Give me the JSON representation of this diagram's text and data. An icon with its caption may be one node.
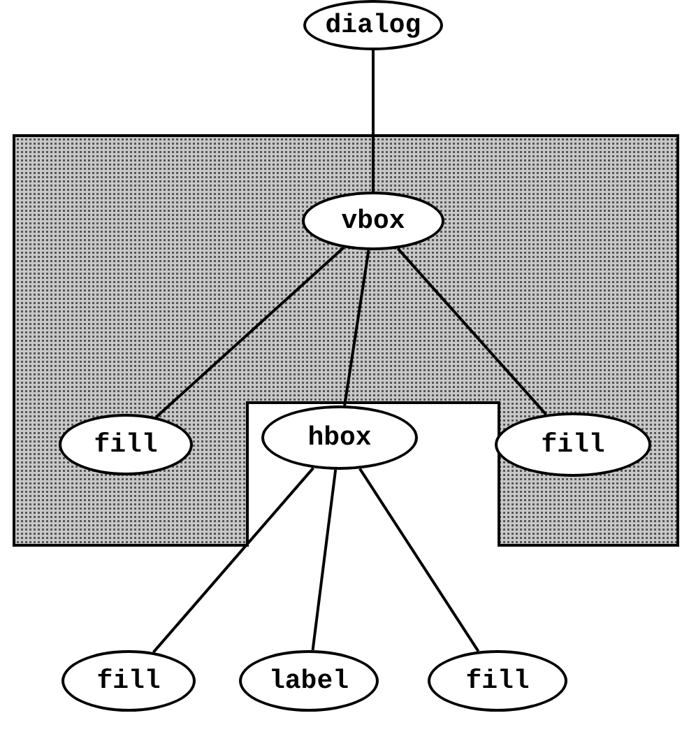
{
  "diagram": {
    "nodes": [
      {
        "text": [
          "dialog"
        ]
      },
      {
        "text": [
          "vbox"
        ]
      },
      {
        "text": [
          "fill"
        ]
      },
      {
        "text": [
          "hbox"
        ]
      },
      {
        "text": [
          "fill"
        ]
      },
      {
        "text": [
          "fill"
        ]
      },
      {
        "text": [
          "label"
        ]
      },
      {
        "text": [
          "fill"
        ]
      }
    ],
    "edges": [
      {
        "from": 0,
        "to": 1,
        "arrow": "none"
      },
      {
        "from": 1,
        "to": 2,
        "arrow": "none"
      },
      {
        "from": 1,
        "to": 3,
        "arrow": "none"
      },
      {
        "from": 1,
        "to": 4,
        "arrow": "none"
      },
      {
        "from": 3,
        "to": 5,
        "arrow": "none"
      },
      {
        "from": 3,
        "to": 6,
        "arrow": "none"
      },
      {
        "from": 3,
        "to": 7,
        "arrow": "none"
      }
    ]
  }
}
